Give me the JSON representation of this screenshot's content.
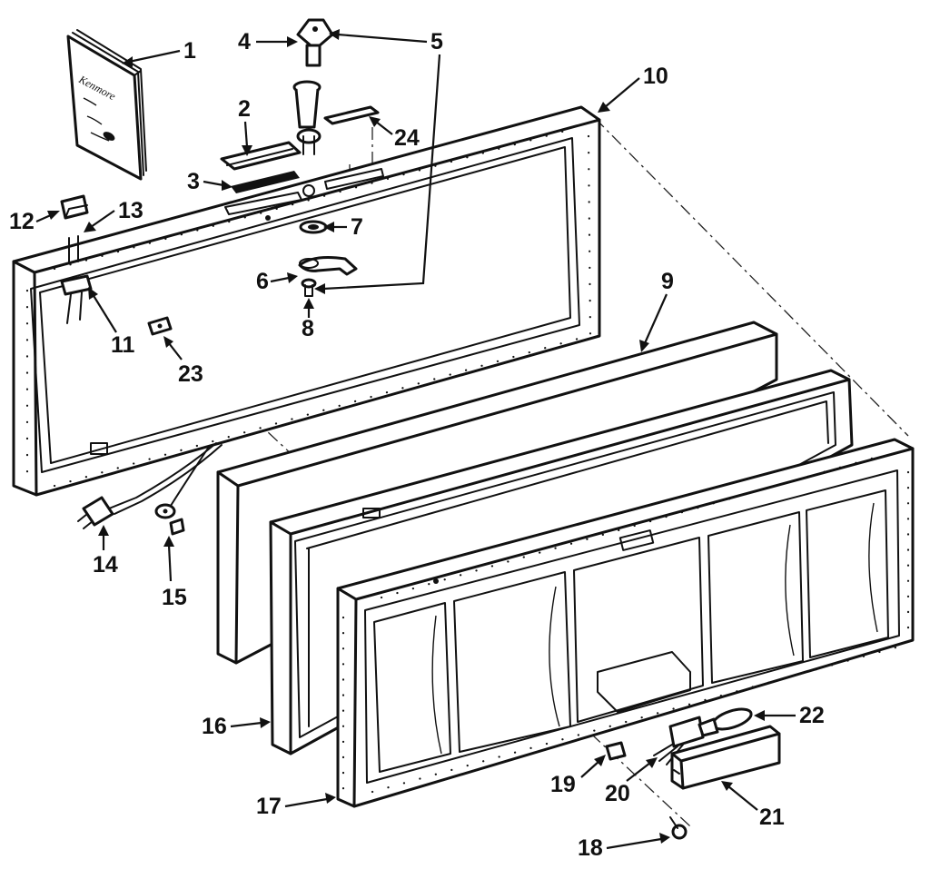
{
  "callouts": {
    "c1": "1",
    "c2": "2",
    "c3": "3",
    "c4": "4",
    "c5": "5",
    "c6": "6",
    "c7": "7",
    "c8": "8",
    "c9": "9",
    "c10": "10",
    "c11": "11",
    "c12": "12",
    "c13": "13",
    "c14": "14",
    "c15": "15",
    "c16": "16",
    "c17": "17",
    "c18": "18",
    "c19": "19",
    "c20": "20",
    "c21": "21",
    "c22": "22",
    "c23": "23",
    "c24": "24"
  },
  "manual_cover_text": "Kenmore"
}
